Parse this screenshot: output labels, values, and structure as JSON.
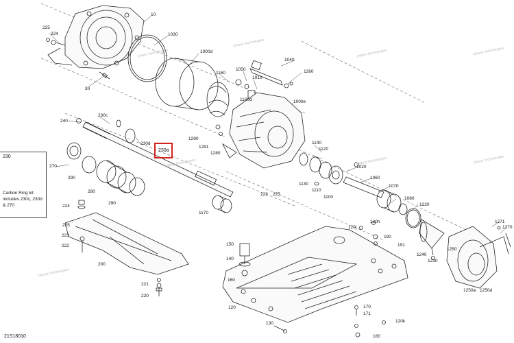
{
  "diagram": {
    "reference": "21S18010",
    "highlighted_label": "230a",
    "legend": {
      "title": "230",
      "text": "Carbon Ring kit includes 230c, 230d & 270"
    },
    "watermark": "©West Technologies",
    "labels": {
      "l10": "10",
      "l225": "225",
      "l224": "224",
      "l1030": "1030",
      "l1000d": "1000d",
      "l30": "30",
      "l1040": "1040",
      "l1260": "1260",
      "l1160": "1160",
      "l1050": "1050",
      "l1010": "1010",
      "l1160d": "1160d",
      "l1000e": "1000e",
      "l240": "240",
      "l230c": "230c",
      "l1290": "1290",
      "l1291": "1291",
      "l1280": "1280",
      "l230d": "230d",
      "l270": "270",
      "l290a": "290",
      "l280": "280",
      "l290b": "290",
      "l1140": "1140",
      "l1120": "1120",
      "l1130": "1130",
      "l1110": "1110",
      "l1100": "1100",
      "l1020": "1020",
      "l1060": "1060",
      "l1070": "1070",
      "l223a": "223",
      "l225b": "225",
      "l224b": "224",
      "l225c": "225",
      "l1170": "1170",
      "l1080": "1080",
      "l1220": "1220",
      "l1271": "1271",
      "l1270": "1270",
      "l120j": "120j",
      "l120h": "120h",
      "l190": "190",
      "l191": "191",
      "l1240": "1240",
      "l1230": "1230",
      "l1250": "1250",
      "l1250a": "1250a",
      "l1250d": "1250d",
      "l223b": "223",
      "l222": "222",
      "l200": "200",
      "l221": "221",
      "l220": "220",
      "l150": "150",
      "l140": "140",
      "l160": "160",
      "l120": "120",
      "l120k": "120k",
      "l130": "130",
      "l170": "170",
      "l171": "171",
      "l180": "180"
    }
  }
}
